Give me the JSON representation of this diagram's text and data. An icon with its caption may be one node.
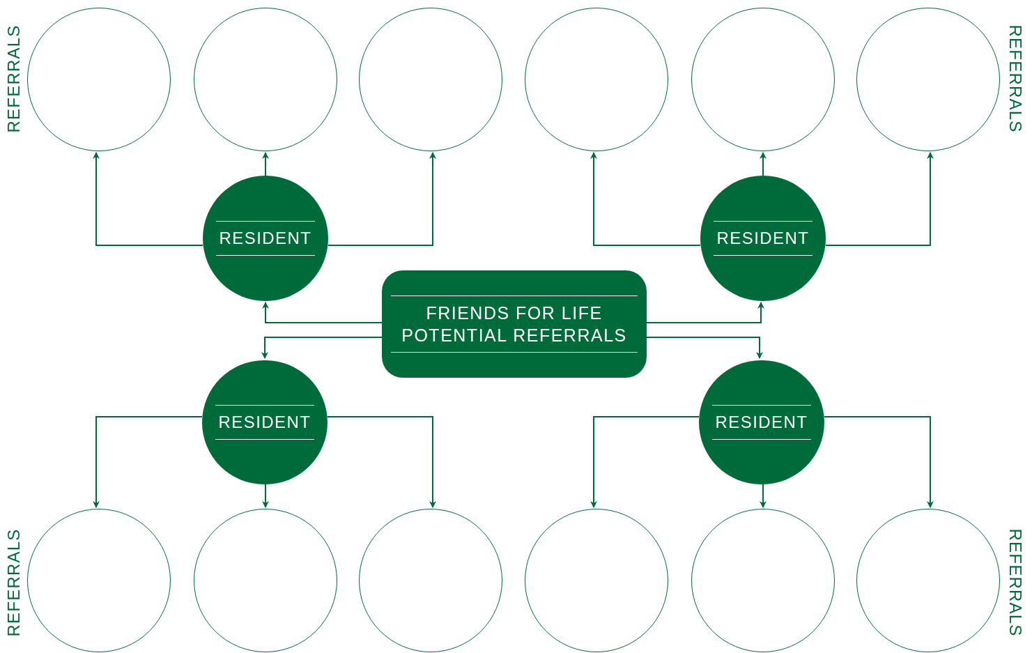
{
  "diagram": {
    "nodes": [
      {
        "text": [],
        "shape": "circle"
      },
      {
        "text": [],
        "shape": "circle"
      },
      {
        "text": [],
        "shape": "circle"
      },
      {
        "text": [],
        "shape": "circle"
      },
      {
        "text": [],
        "shape": "circle"
      },
      {
        "text": [],
        "shape": "circle"
      },
      {
        "text": [
          "RESIDENT"
        ]
      },
      {
        "text": [
          "RESIDENT"
        ]
      },
      {
        "text": [
          "FRIENDS FOR LIFE POTENTIAL REFERRALS"
        ]
      },
      {
        "text": [
          "RESIDENT"
        ]
      },
      {
        "text": [
          "RESIDENT"
        ]
      },
      {
        "text": [],
        "shape": "circle"
      },
      {
        "text": [],
        "shape": "circle"
      },
      {
        "text": [],
        "shape": "circle"
      },
      {
        "text": [],
        "shape": "circle"
      },
      {
        "text": [],
        "shape": "circle"
      },
      {
        "text": [],
        "shape": "circle"
      }
    ],
    "edges": [
      {
        "from": 8,
        "to": 6,
        "arrow": "to"
      },
      {
        "from": 8,
        "to": 9,
        "arrow": "to"
      },
      {
        "from": 8,
        "to": 7,
        "arrow": "to"
      },
      {
        "from": 8,
        "to": 10,
        "arrow": "to"
      },
      {
        "from": 6,
        "to": 0,
        "arrow": "to"
      },
      {
        "from": 6,
        "to": 1,
        "arrow": "to"
      },
      {
        "from": 6,
        "to": 2,
        "arrow": "to"
      },
      {
        "from": 7,
        "to": 3,
        "arrow": "to"
      },
      {
        "from": 7,
        "to": 4,
        "arrow": "to"
      },
      {
        "from": 7,
        "to": 5,
        "arrow": "to"
      },
      {
        "from": 9,
        "to": 11,
        "arrow": "to"
      },
      {
        "from": 9,
        "to": 12,
        "arrow": "to"
      },
      {
        "from": 9,
        "to": 13,
        "arrow": "to"
      },
      {
        "from": 10,
        "to": 14,
        "arrow": "to"
      },
      {
        "from": 10,
        "to": 15,
        "arrow": "to"
      },
      {
        "from": 10,
        "to": 16,
        "arrow": "to"
      }
    ],
    "labels": [
      "REFERRALS",
      "REFERRALS",
      "REFERRALS",
      "REFERRALS"
    ]
  }
}
